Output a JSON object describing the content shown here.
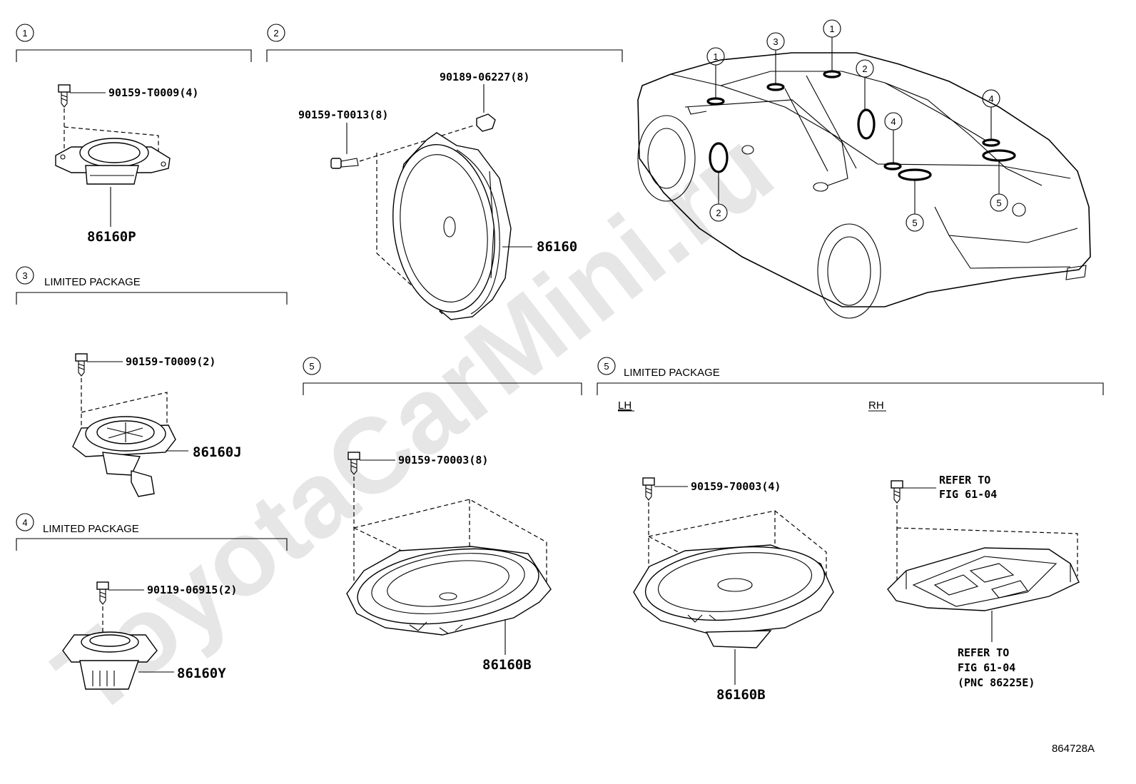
{
  "watermark": "ToyotaCarMini.ru",
  "diagram_id": "864728A",
  "sections": [
    {
      "id": "s1",
      "marker": "1",
      "label": ""
    },
    {
      "id": "s2",
      "marker": "2",
      "label": ""
    },
    {
      "id": "s3",
      "marker": "3",
      "label": "LIMITED PACKAGE"
    },
    {
      "id": "s4",
      "marker": "4",
      "label": "LIMITED PACKAGE"
    },
    {
      "id": "s5a",
      "marker": "5",
      "label": ""
    },
    {
      "id": "s5b",
      "marker": "5",
      "label": "LIMITED PACKAGE"
    }
  ],
  "side_labels": {
    "lh": "LH",
    "rh": "RH"
  },
  "parts": {
    "p1_bolt": "90159-T0009(4)",
    "p1_speaker": "86160P",
    "p2_bolt": "90159-T0013(8)",
    "p2_nut": "90189-06227(8)",
    "p2_speaker": "86160",
    "p3_bolt": "90159-T0009(2)",
    "p3_speaker": "86160J",
    "p4_bolt": "90119-06915(2)",
    "p4_speaker": "86160Y",
    "p5a_bolt": "90159-70003(8)",
    "p5a_speaker": "86160B",
    "p5lh_bolt": "90159-70003(4)",
    "p5lh_speaker": "86160B",
    "p5rh_refer1_line1": "REFER TO",
    "p5rh_refer1_line2": "FIG 61-04",
    "p5rh_refer2_line1": "REFER TO",
    "p5rh_refer2_line2": "FIG 61-04",
    "p5rh_refer2_line3": "(PNC 86225E)"
  },
  "car_callouts": [
    "1",
    "3",
    "1",
    "2",
    "2",
    "4",
    "4",
    "5",
    "5"
  ]
}
